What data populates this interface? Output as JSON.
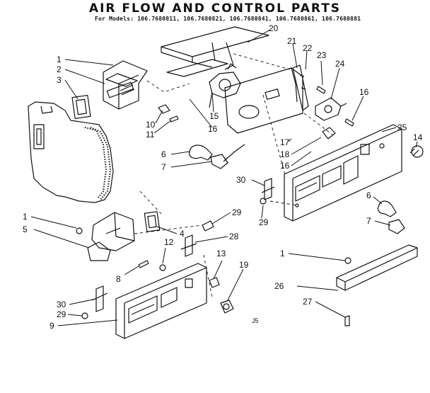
{
  "title": "AIR FLOW AND CONTROL PARTS",
  "subtitle": "For Models: 106.7680811, 106.7680821, 106.7680841, 106.7680861, 106.7680881",
  "drawing_code": "J5",
  "callouts": [
    {
      "id": "c1a",
      "text": "1"
    },
    {
      "id": "c2",
      "text": "2"
    },
    {
      "id": "c3",
      "text": "3"
    },
    {
      "id": "c10",
      "text": "10"
    },
    {
      "id": "c11",
      "text": "11"
    },
    {
      "id": "c15",
      "text": "15"
    },
    {
      "id": "c16a",
      "text": "16"
    },
    {
      "id": "c20",
      "text": "20"
    },
    {
      "id": "c21",
      "text": "21"
    },
    {
      "id": "c22",
      "text": "22"
    },
    {
      "id": "c23",
      "text": "23"
    },
    {
      "id": "c24",
      "text": "24"
    },
    {
      "id": "c16b",
      "text": "16"
    },
    {
      "id": "c25",
      "text": "25"
    },
    {
      "id": "c14",
      "text": "14"
    },
    {
      "id": "c17",
      "text": "17"
    },
    {
      "id": "c18",
      "text": "18"
    },
    {
      "id": "c16c",
      "text": "16"
    },
    {
      "id": "c6a",
      "text": "6"
    },
    {
      "id": "c7a",
      "text": "7"
    },
    {
      "id": "c30a",
      "text": "30"
    },
    {
      "id": "c29a",
      "text": "29"
    },
    {
      "id": "c29b",
      "text": "29"
    },
    {
      "id": "c1b",
      "text": "1"
    },
    {
      "id": "c5",
      "text": "5"
    },
    {
      "id": "c4",
      "text": "4"
    },
    {
      "id": "c28",
      "text": "28"
    },
    {
      "id": "c12",
      "text": "12"
    },
    {
      "id": "c8",
      "text": "8"
    },
    {
      "id": "c13",
      "text": "13"
    },
    {
      "id": "c19",
      "text": "19"
    },
    {
      "id": "c6b",
      "text": "6"
    },
    {
      "id": "c7b",
      "text": "7"
    },
    {
      "id": "c1c",
      "text": "1"
    },
    {
      "id": "c26",
      "text": "26"
    },
    {
      "id": "c27",
      "text": "27"
    },
    {
      "id": "c30b",
      "text": "30"
    },
    {
      "id": "c29c",
      "text": "29"
    },
    {
      "id": "c9",
      "text": "9"
    }
  ]
}
